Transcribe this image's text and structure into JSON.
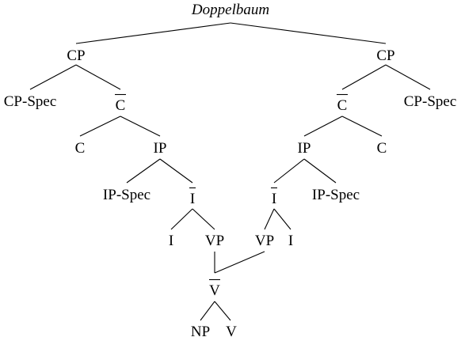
{
  "title": "Doppelbaum",
  "nodes": {
    "left_cp": "CP",
    "left_cp_spec": "CP-Spec",
    "left_cbar": "C",
    "left_c": "C",
    "left_ip": "IP",
    "left_ip_spec": "IP-Spec",
    "left_ibar": "I",
    "left_i": "I",
    "left_vp": "VP",
    "right_cp": "CP",
    "right_cp_spec": "CP-Spec",
    "right_cbar": "C",
    "right_c": "C",
    "right_ip": "IP",
    "right_ip_spec": "IP-Spec",
    "right_ibar": "I",
    "right_i": "I",
    "right_vp": "VP",
    "vbar": "V",
    "np": "NP",
    "v": "V"
  }
}
